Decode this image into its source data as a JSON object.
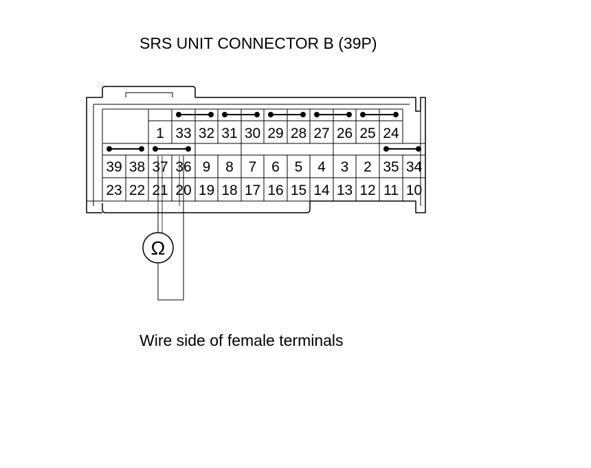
{
  "diagram": {
    "title": "SRS UNIT CONNECTOR B (39P)",
    "caption": "Wire side of female terminals",
    "meter_symbol": "Ω",
    "rows": [
      [
        "",
        "",
        "1",
        "33",
        "32",
        "31",
        "30",
        "29",
        "28",
        "27",
        "26",
        "25",
        "24",
        ""
      ],
      [
        "39",
        "38",
        "37",
        "36",
        "9",
        "8",
        "7",
        "6",
        "5",
        "4",
        "3",
        "2",
        "35",
        "34"
      ],
      [
        "23",
        "22",
        "21",
        "20",
        "19",
        "18",
        "17",
        "16",
        "15",
        "14",
        "13",
        "12",
        "11",
        "10"
      ]
    ]
  }
}
